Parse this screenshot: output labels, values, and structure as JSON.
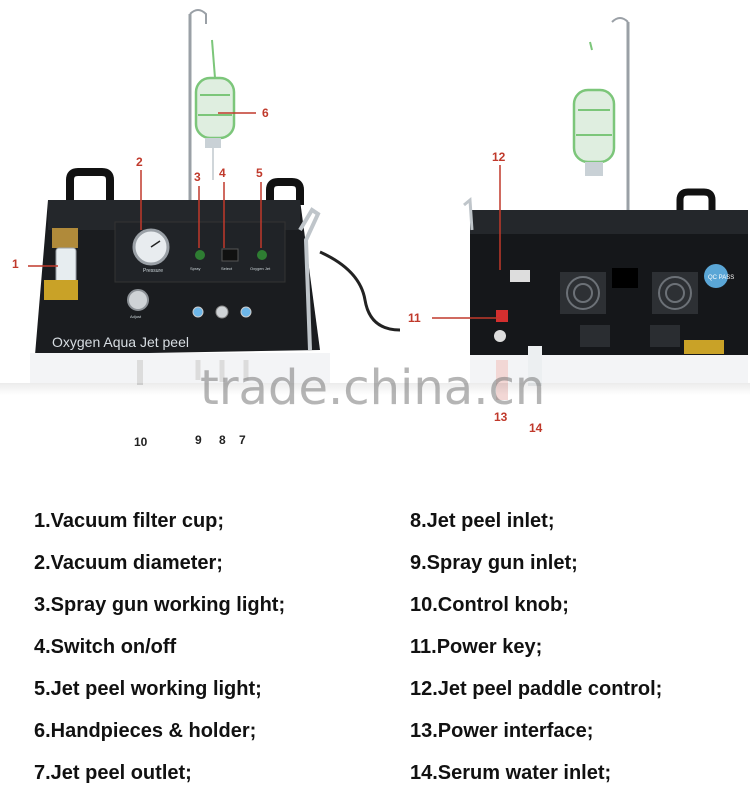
{
  "machine": {
    "brand_text": "Oxygen Aqua Jet peel",
    "panel_pressure": "Pressure",
    "panel_spray": "Spray",
    "panel_select": "Select",
    "panel_oxygen": "Oxygen Jet",
    "panel_adjust": "Adjust",
    "rear_qc": "QC PASS"
  },
  "callouts": {
    "c1": "1",
    "c2": "2",
    "c3": "3",
    "c4": "4",
    "c5": "5",
    "c6": "6",
    "c7": "7",
    "c8": "8",
    "c9": "9",
    "c10": "10",
    "c11": "11",
    "c12": "12",
    "c13": "13",
    "c14": "14"
  },
  "watermark": "trade.china.cn",
  "legend": {
    "left": [
      "1.Vacuum filter cup;",
      "2.Vacuum diameter;",
      "3.Spray gun working light;",
      "4.Switch on/off",
      "5.Jet peel working light;",
      "6.Handpieces & holder;",
      "7.Jet peel outlet;"
    ],
    "right": [
      "8.Jet peel inlet;",
      "9.Spray gun inlet;",
      "10.Control knob;",
      "11.Power key;",
      "12.Jet peel paddle control;",
      "13.Power interface;",
      "14.Serum water inlet;"
    ]
  }
}
